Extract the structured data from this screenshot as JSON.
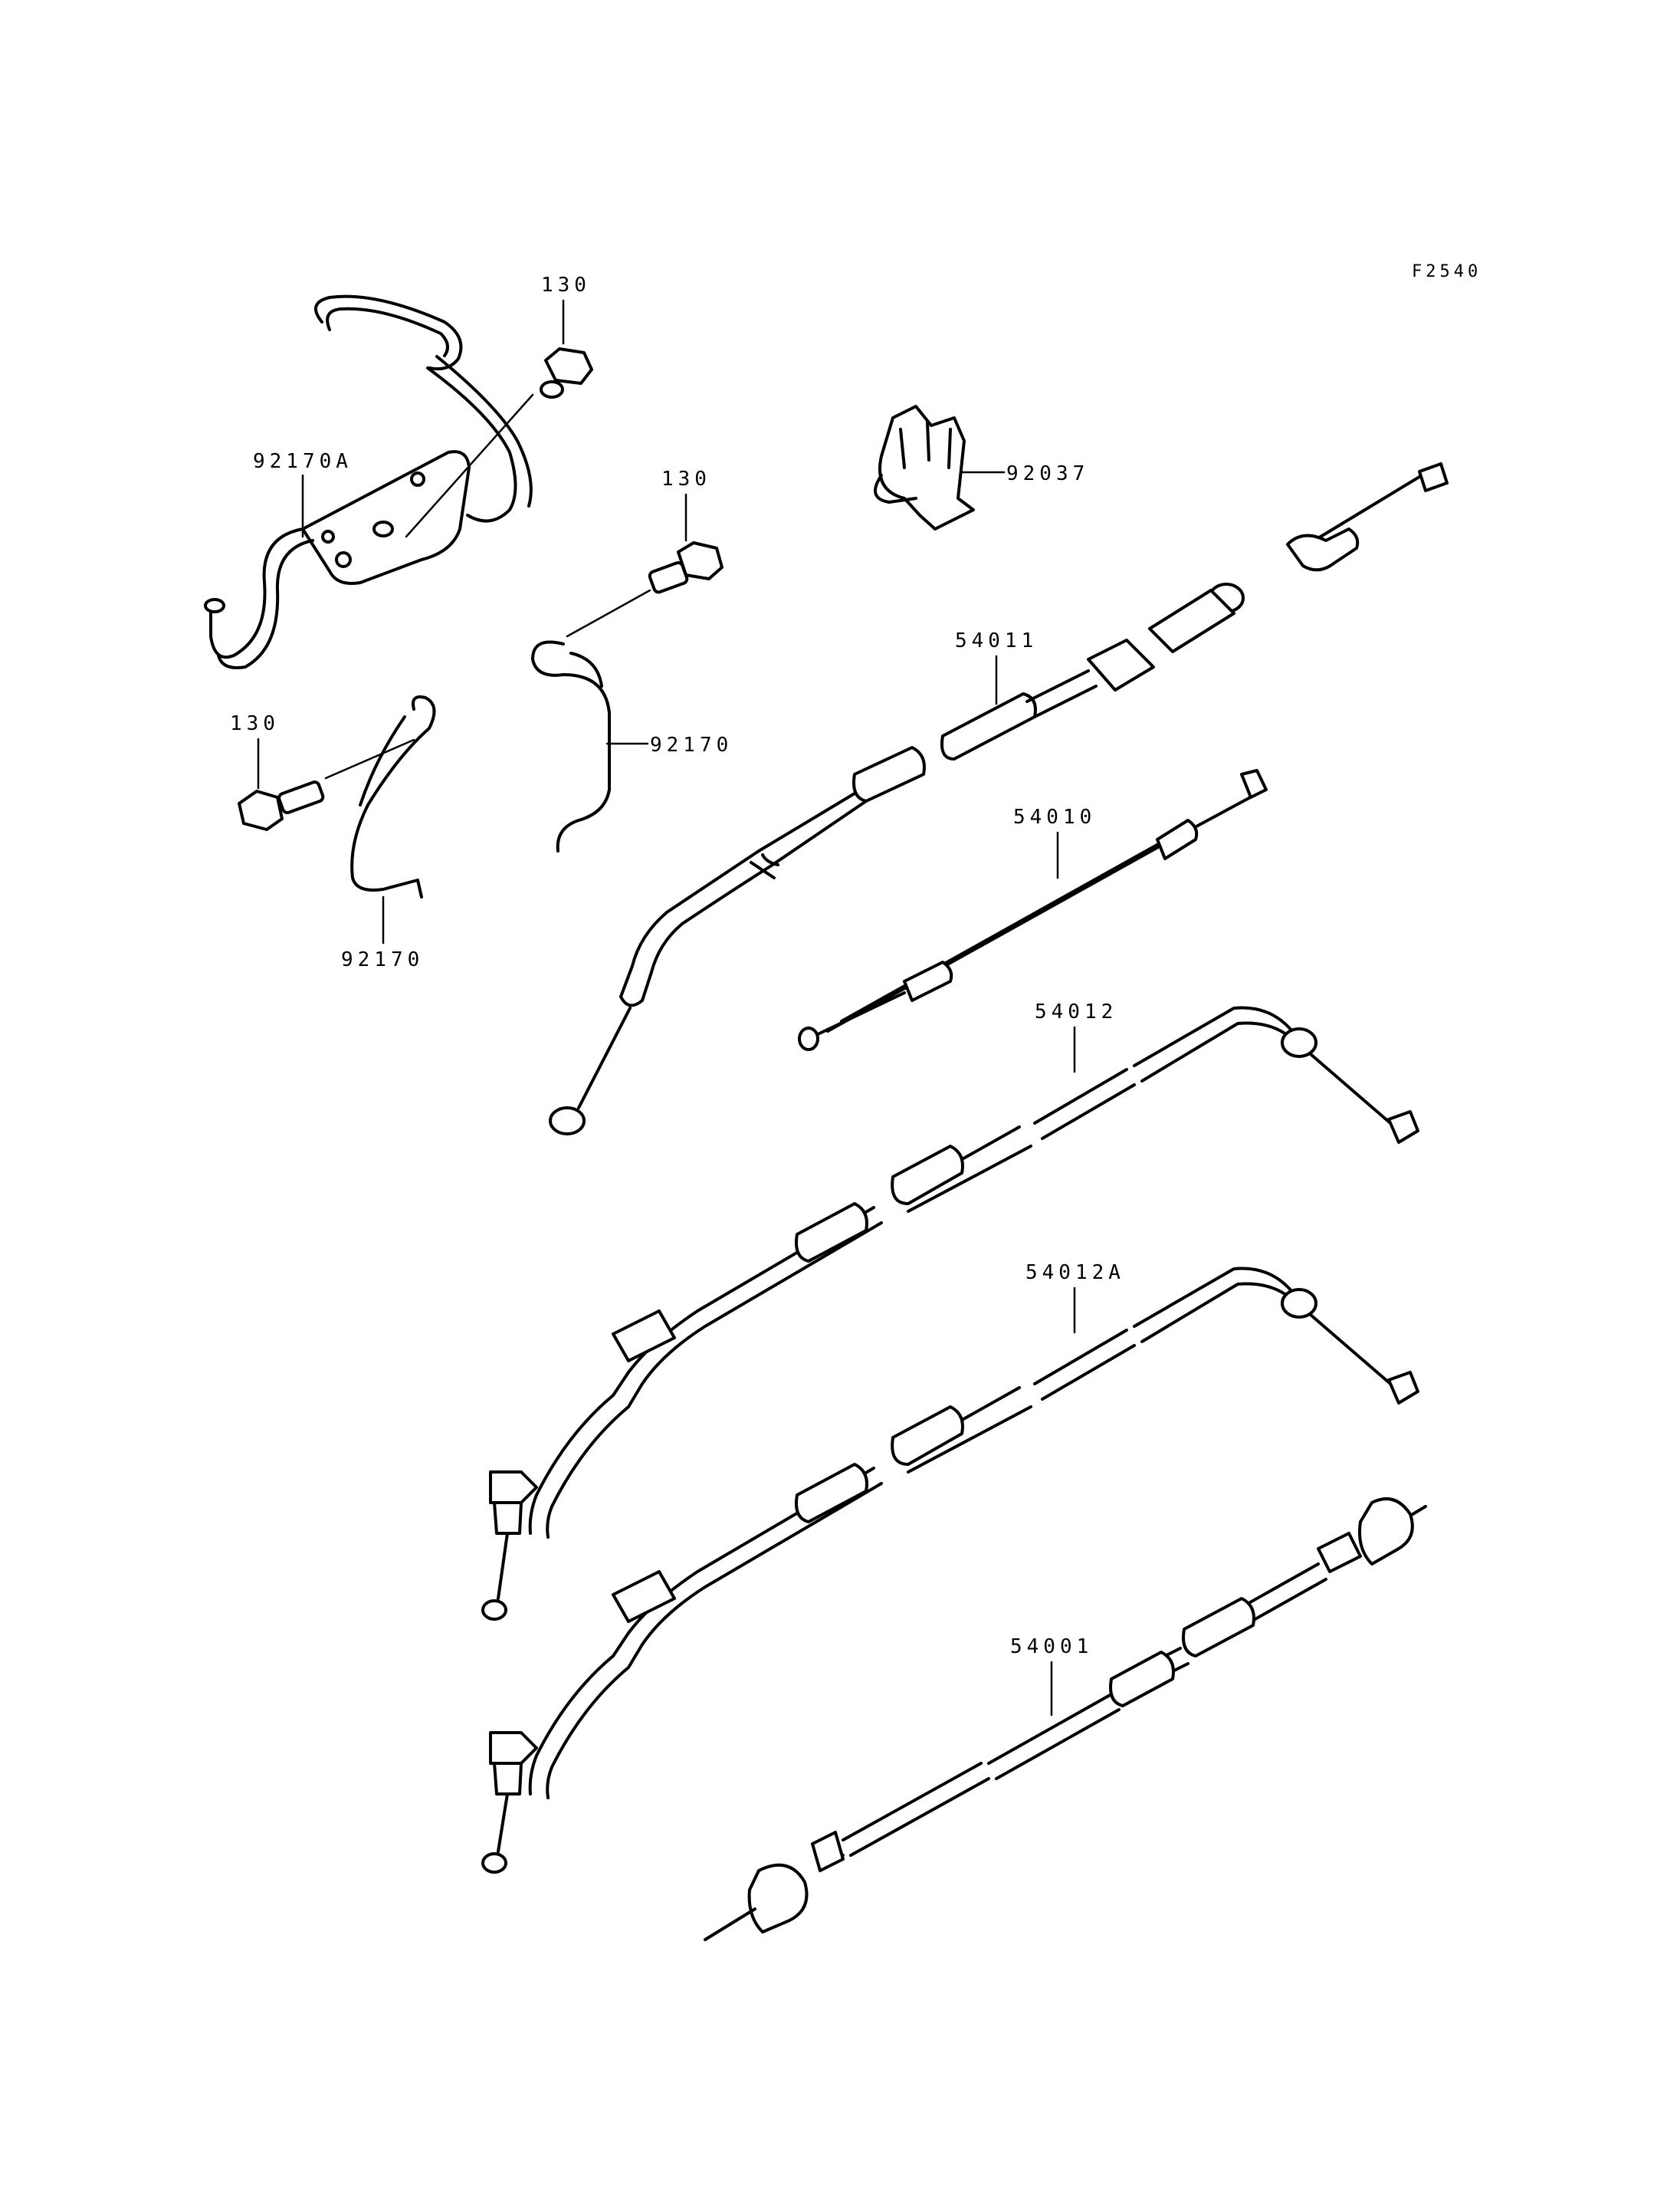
{
  "figure_code": "F2540",
  "parts": [
    {
      "id": "p130a",
      "number": "130"
    },
    {
      "id": "p92170a",
      "number": "92170A"
    },
    {
      "id": "p92037",
      "number": "92037"
    },
    {
      "id": "p130b",
      "number": "130"
    },
    {
      "id": "p54011",
      "number": "54011"
    },
    {
      "id": "p92170b",
      "number": "92170"
    },
    {
      "id": "p130c",
      "number": "130"
    },
    {
      "id": "p54010",
      "number": "54010"
    },
    {
      "id": "p92170c",
      "number": "92170"
    },
    {
      "id": "p54012",
      "number": "54012"
    },
    {
      "id": "p54012a",
      "number": "54012A"
    },
    {
      "id": "p54001",
      "number": "54001"
    }
  ]
}
